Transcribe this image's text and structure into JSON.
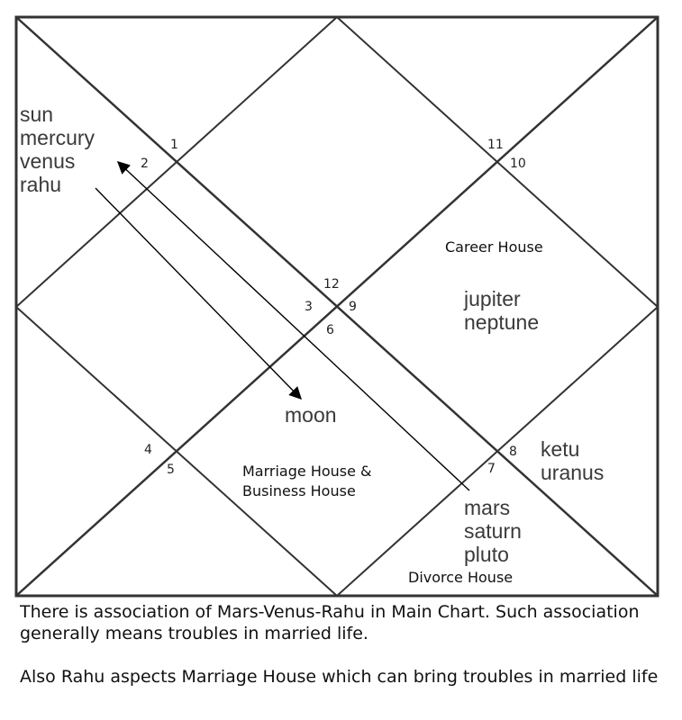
{
  "houses": {
    "h1": "1",
    "h2": "2",
    "h3": "3",
    "h4": "4",
    "h5": "5",
    "h6": "6",
    "h7": "7",
    "h8": "8",
    "h9": "9",
    "h10": "10",
    "h11": "11",
    "h12": "12"
  },
  "planets": {
    "group_top_left": [
      "sun",
      "mercury",
      "venus",
      "rahu"
    ],
    "group_right": [
      "jupiter",
      "neptune"
    ],
    "group_center": [
      "moon"
    ],
    "group_lower_right": [
      "ketu",
      "uranus"
    ],
    "group_bottom": [
      "mars",
      "saturn",
      "pluto"
    ]
  },
  "labels": {
    "career": "Career House",
    "marriage_line1": "Marriage House &",
    "marriage_line2": "Business House",
    "divorce": "Divorce House"
  },
  "captions": {
    "line1": "There is association of Mars-Venus-Rahu in Main Chart. Such association generally means troubles in married life.",
    "line2": "Also Rahu aspects Marriage House which can bring troubles in married life"
  },
  "colors": {
    "lines": "#333333",
    "planet_text": "#3a3a3a",
    "arrow": "#000000"
  }
}
